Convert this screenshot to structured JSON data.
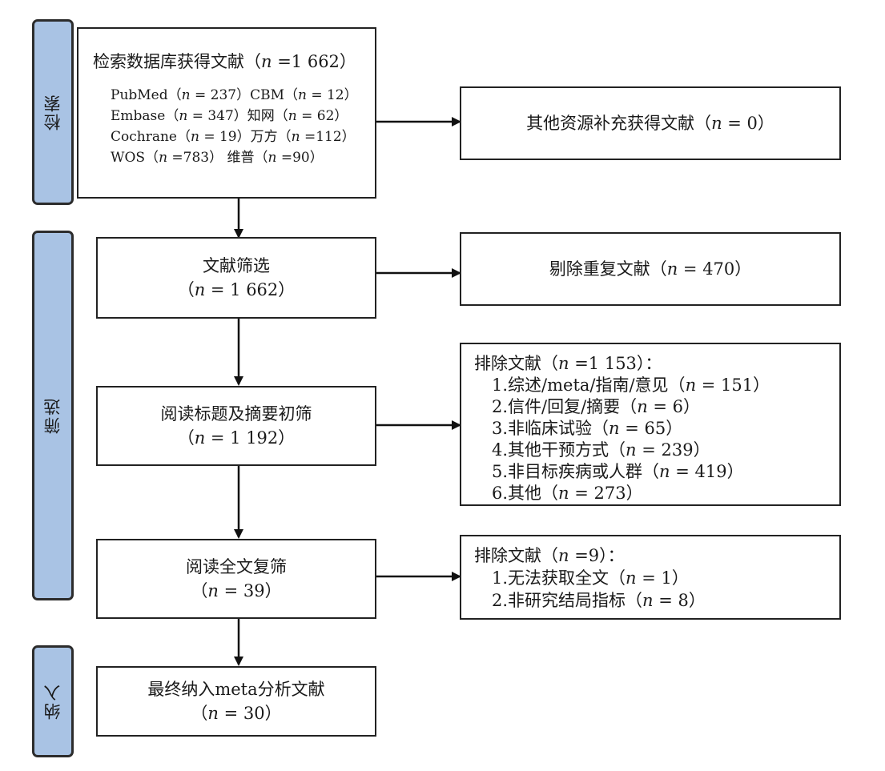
{
  "stages": {
    "search": "检索",
    "screen": "筛选",
    "include": "纳入"
  },
  "search_box": {
    "title": "检索数据库获得文献（n =1 662）",
    "rows": [
      "PubMed（n = 237）CBM（n = 12）",
      "Embase（n = 347）知网（n = 62）",
      "Cochrane（n = 19）万方（n =112）",
      "WOS（n =783）    维普（n =90）"
    ]
  },
  "other_sources": "其他资源补充获得文献（n = 0）",
  "screening": {
    "label": "文献筛选",
    "count": "（n = 1 662）"
  },
  "duplicates": "剔除重复文献（n = 470）",
  "title_abstract": {
    "label": "阅读标题及摘要初筛",
    "count": "（n = 1 192）"
  },
  "exclude_1": {
    "title": "排除文献（n =1 153）：",
    "items": [
      "1.综述/meta/指南/意见（n = 151）",
      "2.信件/回复/摘要（n = 6）",
      "3.非临床试验（n = 65）",
      "4.其他干预方式（n = 239）",
      "5.非目标疾病或人群（n = 419）",
      "6.其他（n = 273）"
    ]
  },
  "full_text": {
    "label": "阅读全文复筛",
    "count": "（n = 39）"
  },
  "exclude_2": {
    "title": "排除文献（n =9）：",
    "items": [
      "1.无法获取全文（n = 1）",
      "2.非研究结局指标（n = 8）"
    ]
  },
  "final": {
    "label": "最终纳入meta分析文献",
    "count": "（n = 30）"
  }
}
